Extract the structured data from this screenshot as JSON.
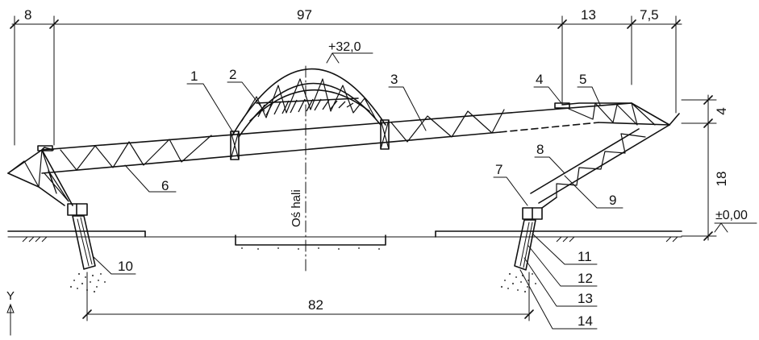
{
  "dimensions": {
    "top_left": "8",
    "top_span": "97",
    "top_right_a": "13",
    "top_right_b": "7,5",
    "right_upper": "4",
    "right_lower": "18",
    "bottom_span": "82"
  },
  "levels": {
    "top": "+32,0",
    "ground": "±0,00"
  },
  "axis_label": "Oś hali",
  "y_axis": "Y",
  "callouts": [
    "1",
    "2",
    "3",
    "4",
    "5",
    "6",
    "7",
    "8",
    "9",
    "10",
    "11",
    "12",
    "13",
    "14"
  ]
}
